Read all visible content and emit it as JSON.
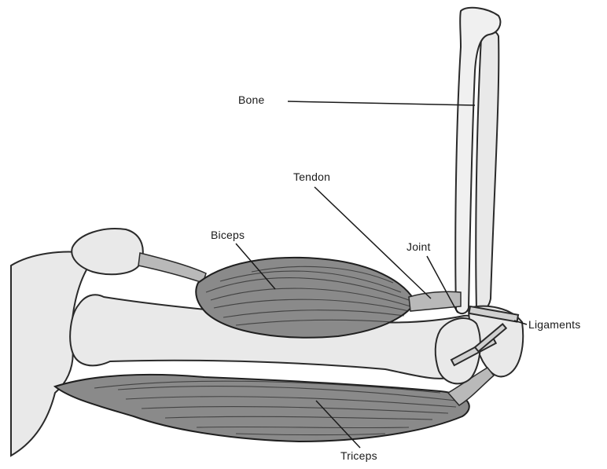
{
  "labels": {
    "bone": "Bone",
    "tendon": "Tendon",
    "biceps": "Biceps",
    "joint": "Joint",
    "ligaments": "Ligaments",
    "triceps": "Triceps"
  },
  "colors": {
    "bone_fill": "#e9e9e9",
    "muscle_fill": "#8a8a8a",
    "outline": "#2a2a2a",
    "background": "#ffffff"
  }
}
